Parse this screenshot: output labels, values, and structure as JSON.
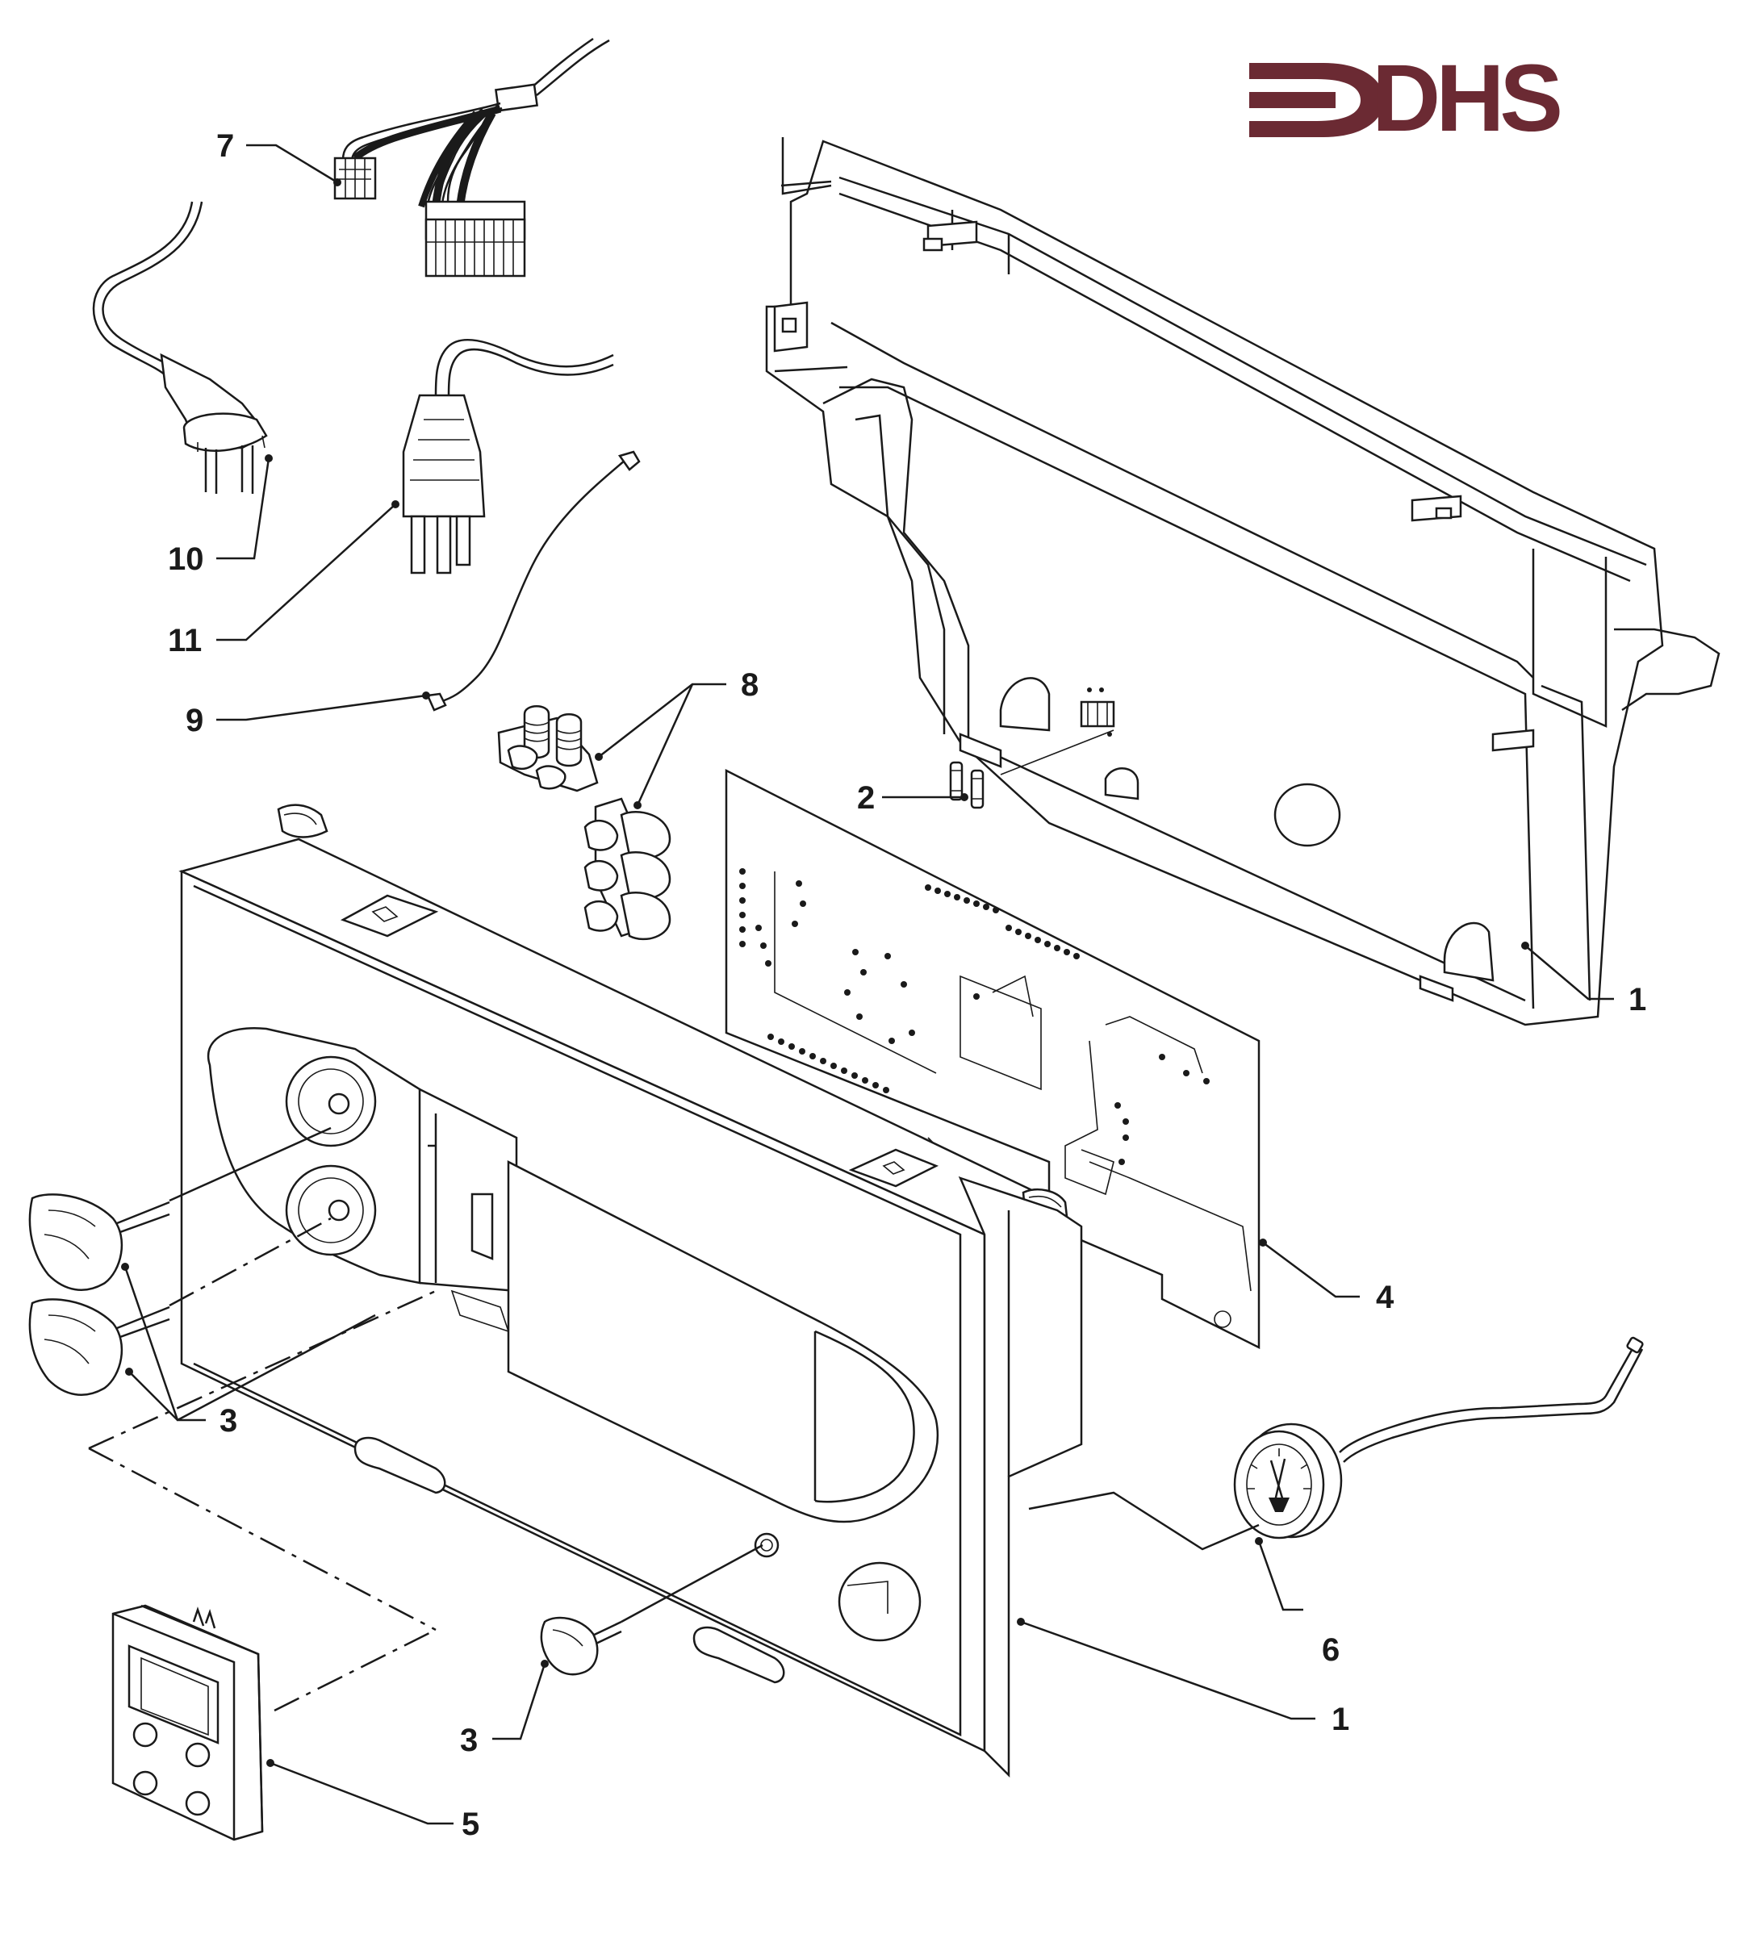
{
  "brand": {
    "name": "DHS",
    "color": "#6b2a33"
  },
  "callouts": [
    {
      "id": "label-7",
      "text": "7"
    },
    {
      "id": "label-10",
      "text": "10"
    },
    {
      "id": "label-11",
      "text": "11"
    },
    {
      "id": "label-9",
      "text": "9"
    },
    {
      "id": "label-8",
      "text": "8"
    },
    {
      "id": "label-2",
      "text": "2"
    },
    {
      "id": "label-1-top",
      "text": "1"
    },
    {
      "id": "label-4",
      "text": "4"
    },
    {
      "id": "label-3-left",
      "text": "3"
    },
    {
      "id": "label-6",
      "text": "6"
    },
    {
      "id": "label-1-bottom",
      "text": "1"
    },
    {
      "id": "label-3-bottom",
      "text": "3"
    },
    {
      "id": "label-5",
      "text": "5"
    }
  ]
}
